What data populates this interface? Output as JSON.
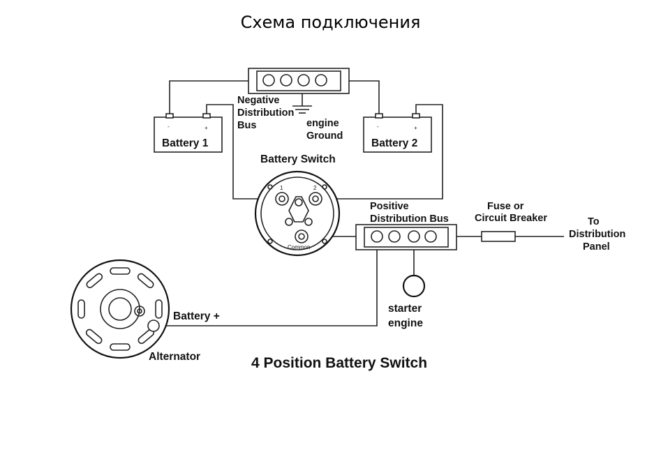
{
  "title": "Схема подключения",
  "diagram_title": "4 Position Battery Switch",
  "labels": {
    "negative_bus": [
      "Negative",
      "Distribution",
      "Bus"
    ],
    "engine_ground": [
      "engine",
      "Ground"
    ],
    "battery1": "Battery 1",
    "battery2": "Battery 2",
    "battery_switch": "Battery Switch",
    "positive_bus": [
      "Positive",
      "Distribution Bus"
    ],
    "fuse": [
      "Fuse or",
      "Circuit Breaker"
    ],
    "to_panel": [
      "To",
      "Distribution",
      "Panel"
    ],
    "starter": [
      "starter",
      "engine"
    ],
    "battery_plus": "Battery +",
    "alternator": "Alternator",
    "terminal_1": "1",
    "terminal_2": "2",
    "common": "Common",
    "minus": "-",
    "plus": "+"
  }
}
